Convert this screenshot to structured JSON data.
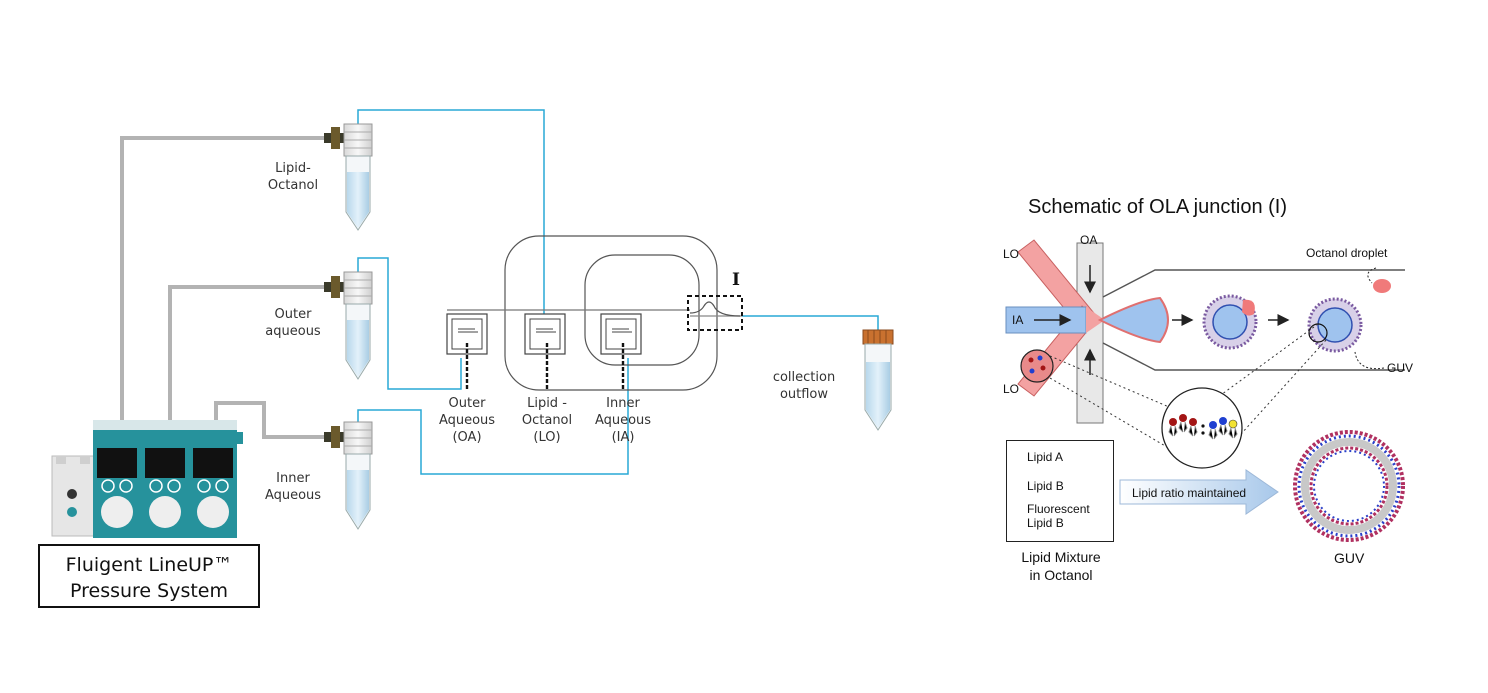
{
  "left_diagram": {
    "reservoirs": [
      {
        "id": "lo",
        "label_lines": [
          "Lipid-",
          "Octanol"
        ]
      },
      {
        "id": "oa",
        "label_lines": [
          "Outer",
          "aqueous"
        ]
      },
      {
        "id": "ia",
        "label_lines": [
          "Inner",
          "Aqueous"
        ]
      }
    ],
    "inlets": [
      {
        "id": "oa",
        "label_lines": [
          "Outer",
          "Aqueous",
          "(OA)"
        ]
      },
      {
        "id": "lo",
        "label_lines": [
          "Lipid -",
          "Octanol",
          "(LO)"
        ]
      },
      {
        "id": "ia",
        "label_lines": [
          "Inner",
          "Aqueous",
          "(IA)"
        ]
      }
    ],
    "junction_marker": "I",
    "collection_label_lines": [
      "collection",
      "outflow"
    ],
    "system_box_lines": [
      "Fluigent LineUP™",
      "Pressure System"
    ],
    "tubing_colors": {
      "pressure": "#b3b3b3",
      "fluid": "#29a9d6",
      "pump_body": "#26929c"
    }
  },
  "right_diagram": {
    "title": "Schematic of OLA junction (I)",
    "channel_labels": {
      "lo_top": "LO",
      "lo_bottom": "LO",
      "oa": "OA",
      "ia": "IA"
    },
    "octanol_droplet_label": "Octanol droplet",
    "guv_label_small": "GUV",
    "legend": {
      "items": [
        {
          "lines": [
            "Lipid A"
          ],
          "color": "#a31515"
        },
        {
          "lines": [
            "Lipid B"
          ],
          "color": "#1f3fd1"
        },
        {
          "lines": [
            "Fluorescent",
            "Lipid B"
          ],
          "color": "#f2e233"
        }
      ],
      "caption_lines": [
        "Lipid Mixture",
        "in Octanol"
      ]
    },
    "arrow_label": "Lipid ratio maintained",
    "guv_label_large": "GUV",
    "colors": {
      "lo_channel": "#f3a2a2",
      "ia_channel": "#9fc3ee",
      "droplet": "#f07a7a"
    }
  }
}
